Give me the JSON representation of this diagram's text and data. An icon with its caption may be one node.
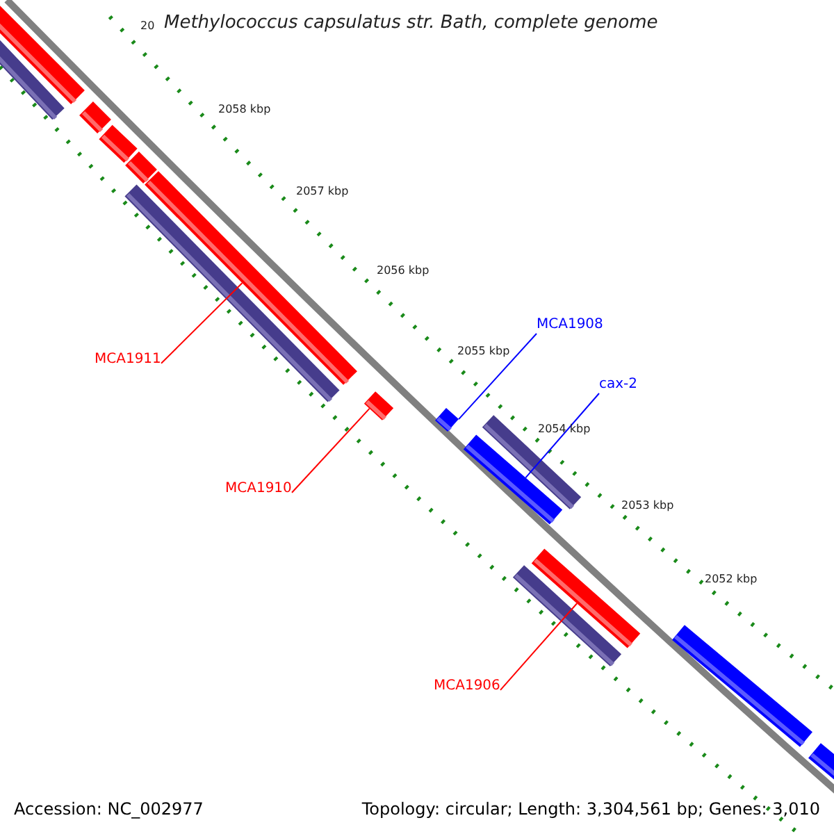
{
  "diagram": {
    "title": "Methylococcus capsulatus str. Bath, complete genome",
    "nodes": [
      {
        "text": [
          "MCA1911"
        ]
      },
      {
        "text": [
          "MCA1910"
        ]
      },
      {
        "text": [
          "MCA1906"
        ]
      },
      {
        "text": [
          "MCA1908"
        ]
      },
      {
        "text": [
          "cax-2"
        ]
      },
      {
        "text": [],
        "shape": "bar"
      },
      {
        "text": [],
        "shape": "bar"
      },
      {
        "text": [],
        "shape": "bar"
      },
      {
        "text": [],
        "shape": "bar"
      },
      {
        "text": [],
        "shape": "bar"
      }
    ],
    "edges": [
      {
        "from": 0,
        "to": 5,
        "arrow": "none"
      },
      {
        "from": 1,
        "to": 6,
        "arrow": "none"
      },
      {
        "from": 2,
        "to": 9,
        "arrow": "none"
      },
      {
        "from": 3,
        "to": 7,
        "arrow": "none",
        "color": "#0000ff"
      },
      {
        "from": 4,
        "to": 8,
        "arrow": "none",
        "color": "#0000ff"
      }
    ],
    "labels": [
      "20",
      "2058 kbp",
      "2057 kbp",
      "2056 kbp",
      "2055 kbp",
      "2054 kbp",
      "2053 kbp",
      "2052 kbp",
      "Accession: NC_002977",
      "Topology: circular; Length: 3,304,561 bp; Genes: 3,010"
    ]
  }
}
